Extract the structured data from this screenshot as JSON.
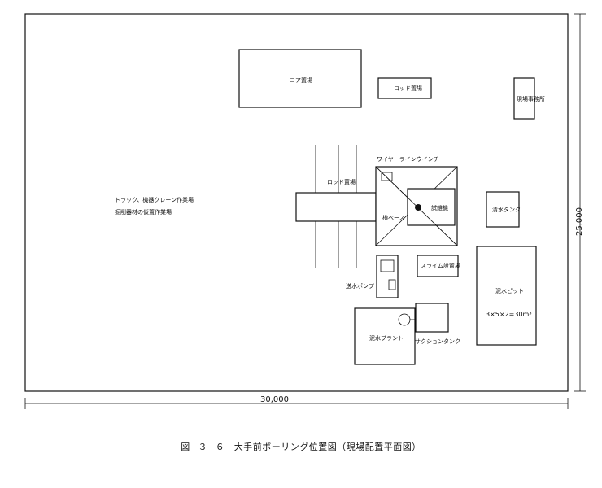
{
  "labels": {
    "core_storage": "コア置場",
    "rod_storage_top": "ロッド置場",
    "office": "現場事務所",
    "truck_crane_line1": "トラック、機器クレーン作業場",
    "truck_crane_line2": "掘削器材の仮置作業場",
    "wireline_winch": "ワイヤーラインウインチ",
    "rod_rack": "ロッド置場",
    "drilling_machine": "試錐機",
    "base": "櫓ベース",
    "water_tank": "清水タンク",
    "slime_storage": "スライム設置場",
    "water_pump": "送水ポンプ",
    "mud_pit": "泥水ピット",
    "mud_pit_volume": "3×5×2=30m³",
    "mud_plant": "泥水プラント",
    "suction_tank": "サクションタンク"
  },
  "dimensions": {
    "width": "30,000",
    "height": "25,000"
  },
  "caption": "図−３−６　大手前ボーリング位置図（現場配置平面図）"
}
